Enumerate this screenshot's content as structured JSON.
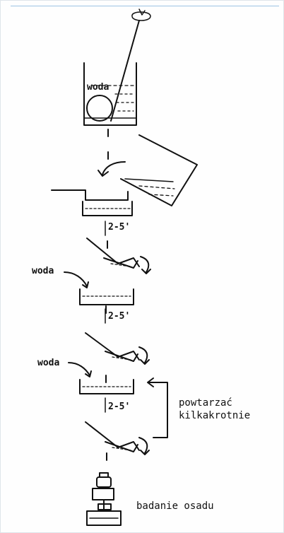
{
  "labels": {
    "water_top": "woda",
    "water_mid": "woda",
    "water_low": "woda",
    "time_1": "2-5'",
    "time_2": "2-5'",
    "time_3": "2-5'",
    "repeat_line1": "powtarzać",
    "repeat_line2": "kilkakrotnie",
    "examine": "badanie osadu"
  },
  "colors": {
    "ink": "#111111",
    "frame_border": "#dfe5ea",
    "top_rule": "#9cc4e4"
  }
}
